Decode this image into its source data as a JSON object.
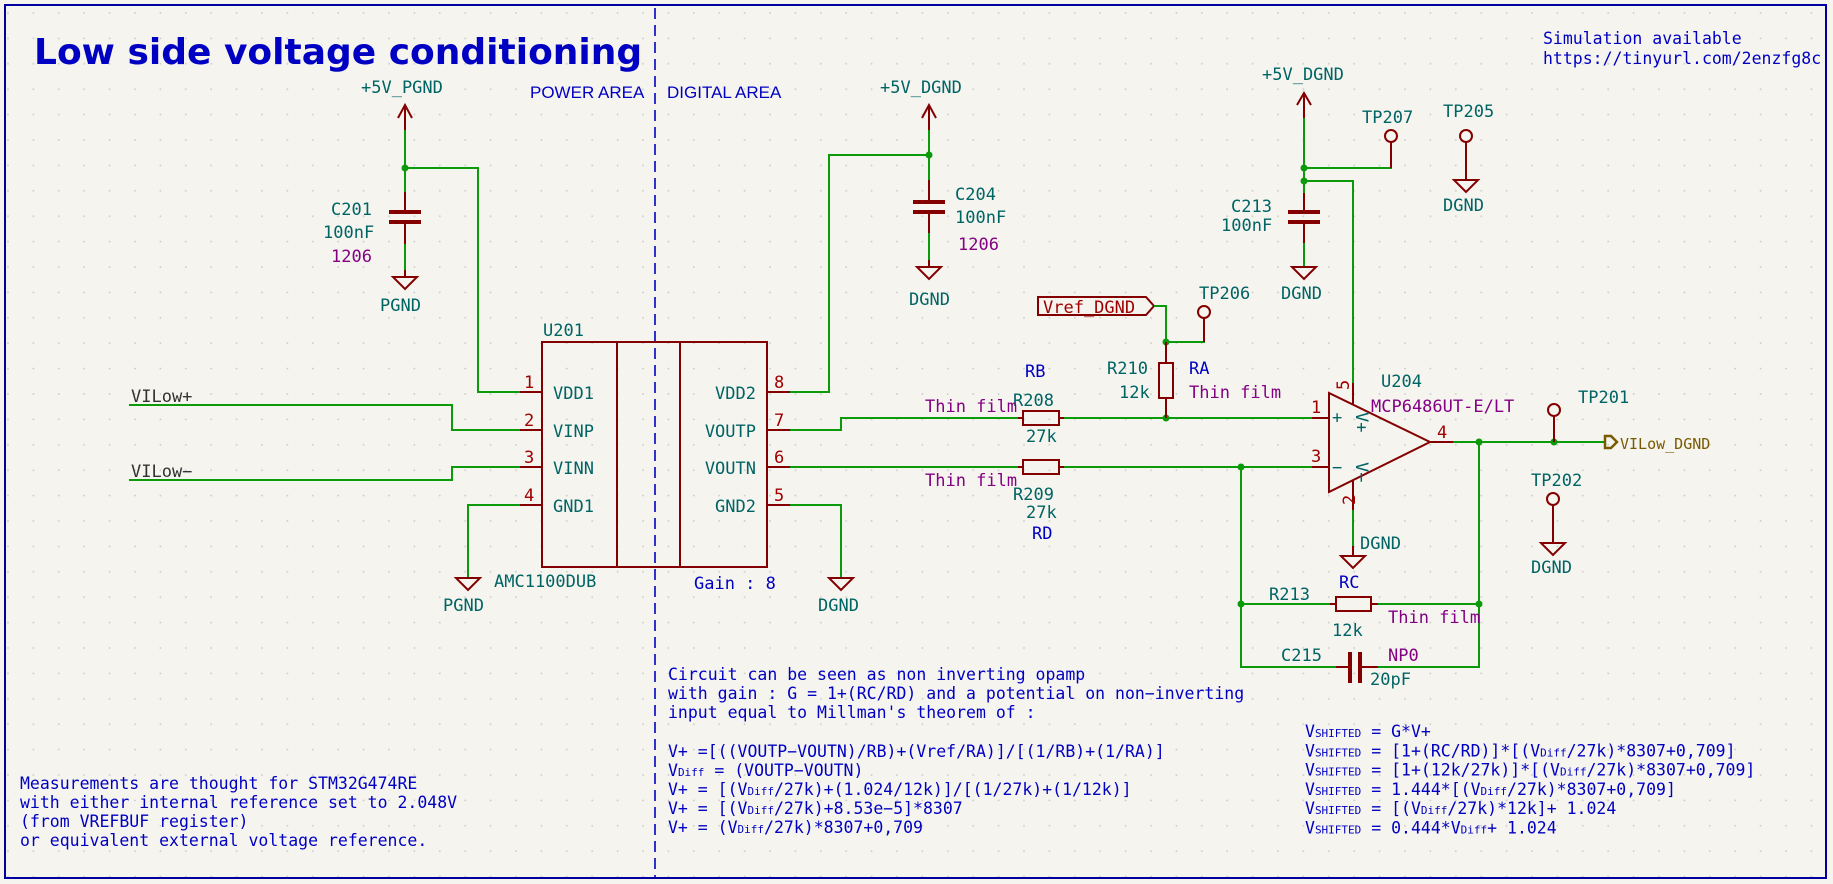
{
  "sheet": {
    "title": "Low side voltage conditioning",
    "simulation_note": [
      "Simulation available",
      "https://tinyurl.com/2enzfg8c"
    ],
    "areas": {
      "power": "POWER AREA",
      "digital": "DIGITAL AREA"
    },
    "colors": {
      "wire": "#0a9a0a",
      "symbol": "#840000",
      "text_blue": "#0000c2",
      "ref_teal": "#006464",
      "field_purple": "#840084",
      "opamp_fill": "#ffffc2",
      "background": "#f5f4ef"
    }
  },
  "power": {
    "p5v_pgnd": "+5V_PGND",
    "p5v_dgnd_1": "+5V_DGND",
    "p5v_dgnd_2": "+5V_DGND",
    "pgnd": "PGND",
    "dgnd": "DGND"
  },
  "components": {
    "c201": {
      "ref": "C201",
      "value": "100nF",
      "footprint": "1206"
    },
    "c204": {
      "ref": "C204",
      "value": "100nF",
      "footprint": "1206"
    },
    "c213": {
      "ref": "C213",
      "value": "100nF"
    },
    "c215": {
      "ref": "C215",
      "value": "20pF",
      "field": "NP0"
    },
    "r208": {
      "ref": "R208",
      "value": "27k",
      "alias": "RB",
      "field": "Thin film"
    },
    "r209": {
      "ref": "R209",
      "value": "27k",
      "alias": "RD",
      "field": "Thin film"
    },
    "r210": {
      "ref": "R210",
      "value": "12k",
      "alias": "RA",
      "field": "Thin film"
    },
    "r213": {
      "ref": "R213",
      "value": "12k",
      "alias": "RC",
      "field": "Thin film"
    },
    "u201": {
      "ref": "U201",
      "value": "AMC1100DUB",
      "note": "Gain : 8",
      "left_pins": [
        {
          "num": "1",
          "name": "VDD1"
        },
        {
          "num": "2",
          "name": "VINP"
        },
        {
          "num": "3",
          "name": "VINN"
        },
        {
          "num": "4",
          "name": "GND1"
        }
      ],
      "right_pins": [
        {
          "num": "8",
          "name": "VDD2"
        },
        {
          "num": "7",
          "name": "VOUTP"
        },
        {
          "num": "6",
          "name": "VOUTN"
        },
        {
          "num": "5",
          "name": "GND2"
        }
      ]
    },
    "u204": {
      "ref": "U204",
      "value": "MCP6486UT-E/LT",
      "pins": {
        "in_plus": "1",
        "in_minus": "3",
        "out": "4",
        "vplus": "5",
        "vminus": "2"
      },
      "signs": {
        "plus": "+",
        "minus": "−",
        "vplus": "V+",
        "vminus": "V−"
      }
    },
    "test_points": [
      "TP201",
      "TP202",
      "TP205",
      "TP206",
      "TP207"
    ]
  },
  "nets": {
    "vilow_plus": "VILow+",
    "vilow_minus": "VILow−",
    "vref_dgnd": "Vref_DGND",
    "vilow_dgnd": "VILow_DGND"
  },
  "notes": {
    "measurements": [
      "Measurements are thought for STM32G474RE",
      "with either internal reference set to 2.048V",
      "(from VREFBUF register)",
      "or equivalent external voltage reference."
    ],
    "circuit": [
      "Circuit can be seen as non inverting opamp",
      "with gain : G = 1+(RC/RD) and a potential on non−inverting",
      "input equal to Millman's theorem of :"
    ],
    "equations_left": [
      {
        "lhs": "V+",
        "rhs": " =[((VOUTP−VOUTN)/RB)+(Vref/RA)]/[(1/RB)+(1/RA)]"
      },
      {
        "lhs": "VDiff",
        "rhs": " = (VOUTP−VOUTN)"
      },
      {
        "lhs": "V+",
        "rhs": " = [(VDiff/27k)+(1.024/12k)]/[(1/27k)+(1/12k)]"
      },
      {
        "lhs": "V+",
        "rhs": " = [(VDiff/27k)+8.53e−5]*8307"
      },
      {
        "lhs": "V+",
        "rhs": " = (VDiff/27k)*8307+0,709"
      }
    ],
    "equations_right": [
      "VSHIFTED = G*V+",
      "VSHIFTED = [1+(RC/RD)]*[(VDiff/27k)*8307+0,709]",
      "VSHIFTED = [1+(12k/27k)]*[(VDiff/27k)*8307+0,709]",
      "VSHIFTED = 1.444*[(VDiff/27k)*8307+0,709]",
      "VSHIFTED = [(VDiff/27k)*12k]+ 1.024",
      "VSHIFTED = 0.444*VDiff+ 1.024"
    ]
  }
}
